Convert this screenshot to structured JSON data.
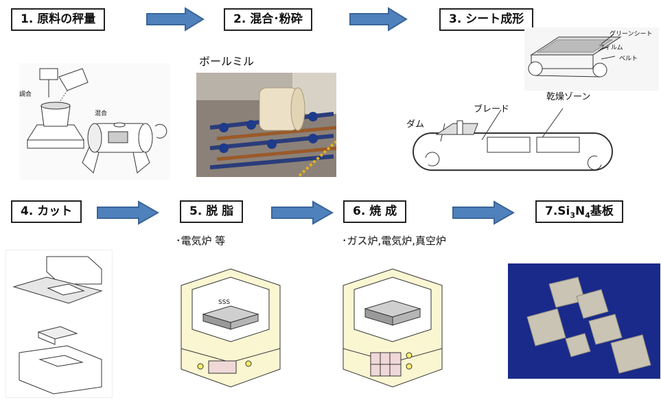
{
  "steps": {
    "s1": "1. 原料の秤量",
    "s2": "2. 混合･粉砕",
    "s3": "3. シート成形",
    "s4": "4. カット",
    "s5": "5. 脱 脂",
    "s6": "6. 焼 成",
    "s7_prefix": "7.Si",
    "s7_sub1": "3",
    "s7_mid": "N",
    "s7_sub2": "4",
    "s7_suffix": "基板"
  },
  "labels": {
    "ball_mill": "ボールミル",
    "weighing": "調合",
    "mixing": "混合",
    "green_sheet": "グリーンシート",
    "film": "フィルム",
    "belt": "ベルト",
    "blade": "ブレード",
    "dam": "ダム",
    "dry_zone": "乾燥ゾーン",
    "degrease_note": "･電気炉 等",
    "sinter_note": "･ガス炉,電気炉,真空炉",
    "smoke": "SSS"
  },
  "colors": {
    "arrow_fill": "#4f81bd",
    "arrow_stroke": "#3a6598",
    "furnace_body": "#fbf6d2",
    "substrate_bg": "#1a2a8a",
    "substrate_plate": "#c9c4b4"
  }
}
